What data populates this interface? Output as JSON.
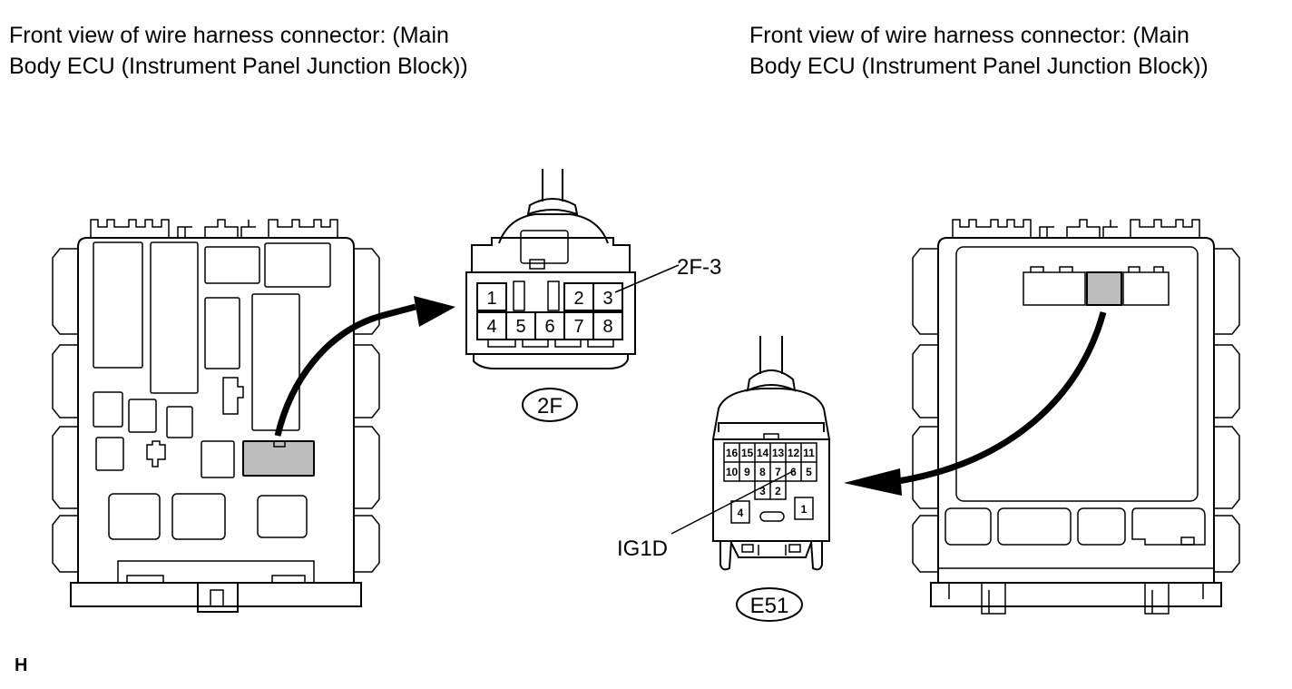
{
  "captions": {
    "left": "Front view of wire harness connector: (Main\nBody ECU (Instrument Panel Junction Block))",
    "right": "Front view of wire harness connector: (Main\nBody ECU (Instrument Panel Junction Block))"
  },
  "connector_2f": {
    "name": "2F",
    "terminal_label": "2F-3",
    "pins": [
      "1",
      "2",
      "3",
      "4",
      "5",
      "6",
      "7",
      "8"
    ]
  },
  "connector_e51": {
    "name": "E51",
    "terminal_label": "IG1D",
    "pins_top": [
      "16",
      "15",
      "14",
      "13",
      "12",
      "11"
    ],
    "pins_mid": [
      "10",
      "9",
      "8",
      "7",
      "6",
      "5"
    ],
    "pins_low": [
      "3",
      "2"
    ],
    "pins_side": [
      "4",
      "1"
    ]
  },
  "figure_code": "H",
  "colors": {
    "highlight": "#bdbdbd",
    "line": "#000000",
    "background": "#ffffff"
  }
}
